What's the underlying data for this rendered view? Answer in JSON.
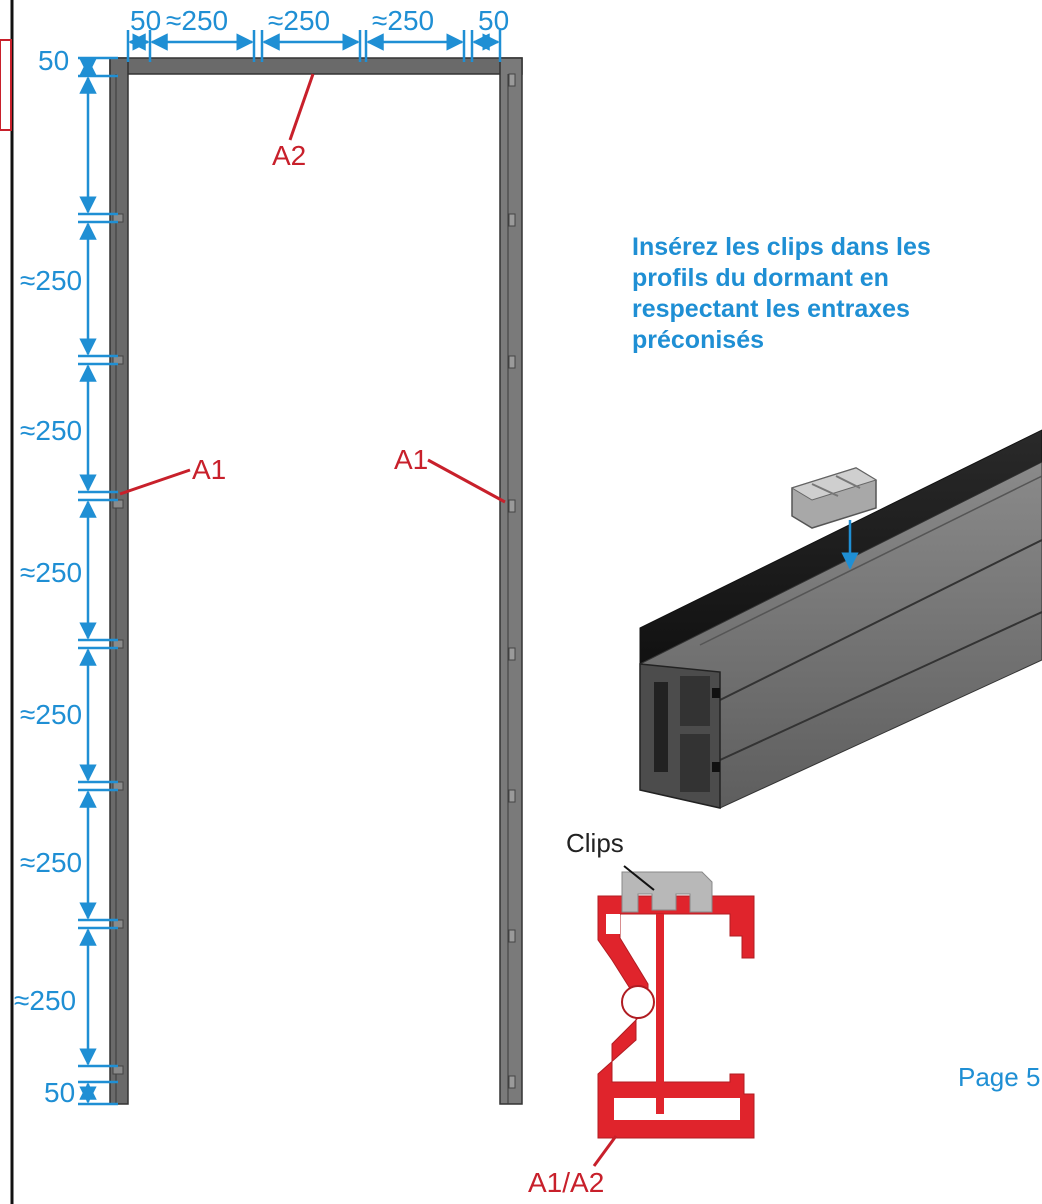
{
  "top_dims": [
    "50",
    "≈250",
    "≈250",
    "≈250",
    "50"
  ],
  "left_dims": [
    "50",
    "≈250",
    "≈250",
    "≈250",
    "≈250",
    "≈250",
    "≈250",
    "50"
  ],
  "labels": {
    "a2": "A2",
    "a1_left": "A1",
    "a1_right": "A1",
    "clips": "Clips",
    "a1a2": "A1/A2"
  },
  "instruction": [
    "Insérez les clips dans les",
    "profils du dormant en",
    "respectant les entraxes",
    "préconisés"
  ],
  "page_label": "Page  5",
  "colors": {
    "dimension": "#1f8fd4",
    "callout": "#c8202b",
    "profile_section": "#e0242c",
    "clip": "#b8b8b8",
    "frame": "#5a5a5a"
  }
}
